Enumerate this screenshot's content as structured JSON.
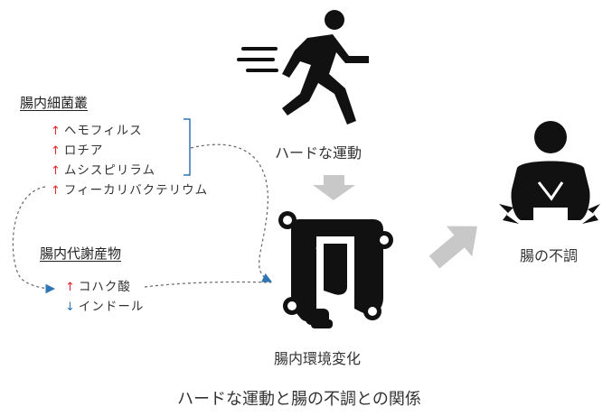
{
  "microbiota": {
    "heading": "腸内細菌叢",
    "items": [
      {
        "dir": "↑",
        "name": "ヘモフィルス"
      },
      {
        "dir": "↑",
        "name": "ロチア"
      },
      {
        "dir": "↑",
        "name": "ムシスピリラム"
      },
      {
        "dir": "↑",
        "name": "フィーカリバクテリウム"
      }
    ]
  },
  "metabolites": {
    "heading": "腸内代謝産物",
    "items": [
      {
        "dir": "↑",
        "name": "コハク酸"
      },
      {
        "dir": "↓",
        "name": "インドール"
      }
    ]
  },
  "labels": {
    "exercise": "ハードな運動",
    "gut_change": "腸内環境変化",
    "gut_disorder": "腸の不調"
  },
  "caption": "ハードな運動と腸の不調との関係",
  "colors": {
    "up": "#e0262a",
    "down": "#2e75b6",
    "icon": "#111111",
    "flow_arrow": "#c8c8c8",
    "connector": "#666666"
  }
}
